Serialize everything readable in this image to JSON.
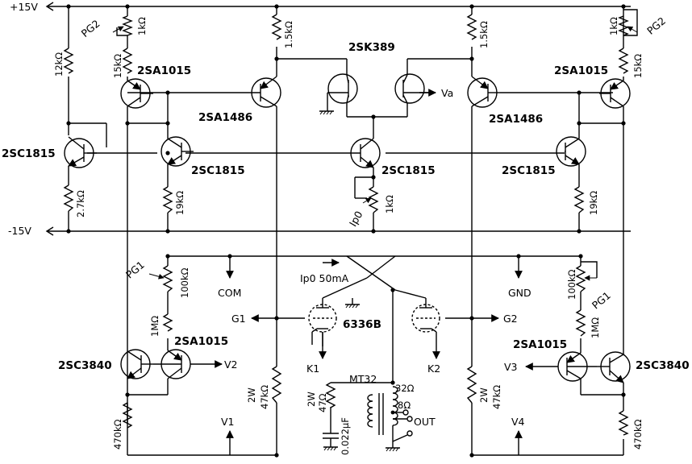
{
  "supply": {
    "pos": "+15V",
    "neg": "-15V"
  },
  "nodes": {
    "pg1_left": "PG1",
    "pg1_right": "PG1",
    "pg2_left": "PG2",
    "pg2_right": "PG2",
    "com": "COM",
    "gnd": "GND",
    "g1": "G1",
    "g2": "G2",
    "k1": "K1",
    "k2": "K2",
    "v1": "V1",
    "v2": "V2",
    "v3": "V3",
    "v4": "V4",
    "va": "Va",
    "ip0_pot": "Ip0",
    "ip0_current": "Ip0  50mA",
    "out": "OUT"
  },
  "parts": {
    "q_2sa1015_tl": "2SA1015",
    "q_2sa1015_tr": "2SA1015",
    "q_2sa1486_l": "2SA1486",
    "q_2sa1486_r": "2SA1486",
    "q_2sk389": "2SK389",
    "q_2sc1815_edge": "2SC1815",
    "q_2sc1815_l": "2SC1815",
    "q_2sc1815_c": "2SC1815",
    "q_2sc1815_r": "2SC1815",
    "q_2sa1015_bl": "2SA1015",
    "q_2sa1015_br": "2SA1015",
    "q_2sc3840_l": "2SC3840",
    "q_2sc3840_r": "2SC3840",
    "tube": "6336B",
    "transformer": "MT32"
  },
  "values": {
    "r_1k": "1kΩ",
    "r_12k": "12kΩ",
    "r_15k": "15kΩ",
    "r_1k5": "1.5kΩ",
    "r_2k7": "2.7kΩ",
    "r_19k": "19kΩ",
    "r_100k": "100kΩ",
    "r_1m": "1MΩ",
    "r_470k": "470kΩ",
    "r_47k_2w": "47kΩ",
    "p_2w": "2W",
    "r_47": "47Ω",
    "c_022": "0.022μF",
    "tap_32": "32Ω",
    "tap_8": "8Ω"
  }
}
